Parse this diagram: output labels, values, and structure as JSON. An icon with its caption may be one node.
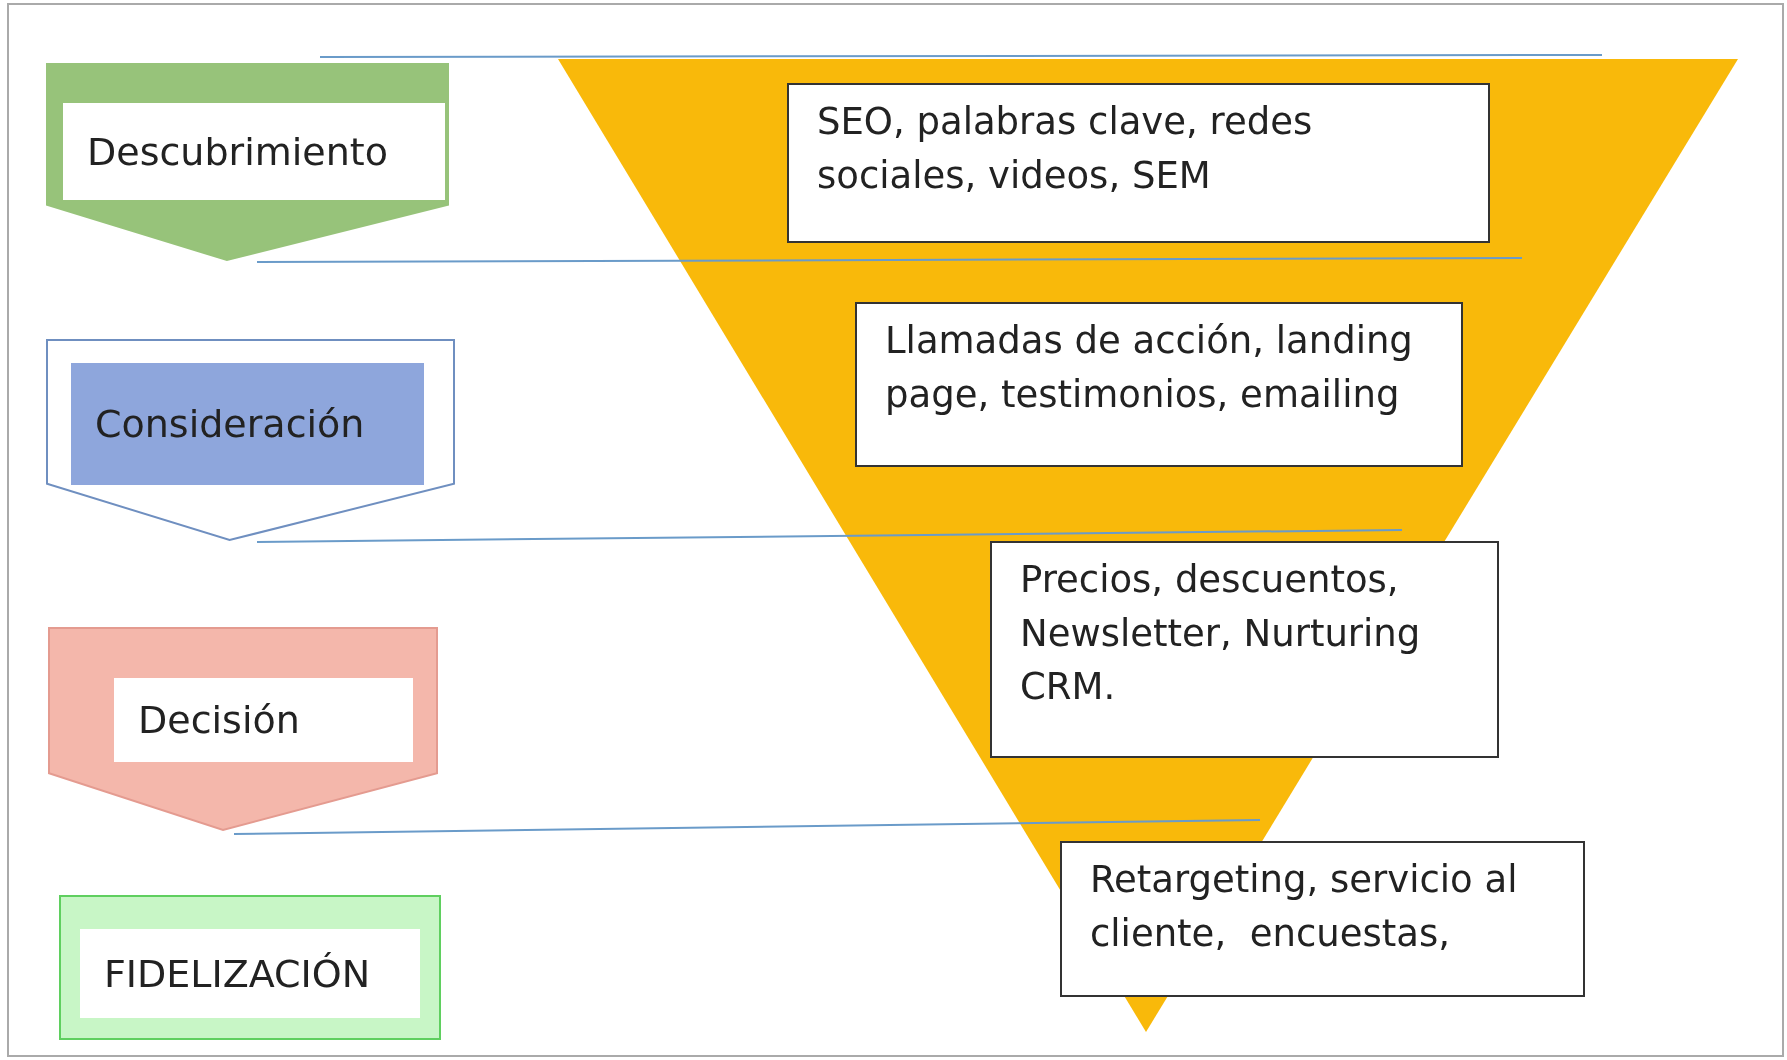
{
  "diagram": {
    "nodes": [
      {
        "text": [
          "Descubrimiento"
        ]
      },
      {
        "text": [
          "Consideración"
        ]
      },
      {
        "text": [
          "Decisión"
        ]
      },
      {
        "text": [
          "FIDELIZACIÓN"
        ]
      },
      {
        "text": [
          "SEO, palabras clave, redes sociales, videos, SEM"
        ]
      },
      {
        "text": [
          "Llamadas de acción, landing page, testimonios, emailing"
        ]
      },
      {
        "text": [
          "Precios, descuentos, Newsletter, Nurturing CRM."
        ]
      },
      {
        "text": [
          "Retargeting, servicio al cliente,  encuestas,"
        ]
      }
    ],
    "edges": []
  }
}
